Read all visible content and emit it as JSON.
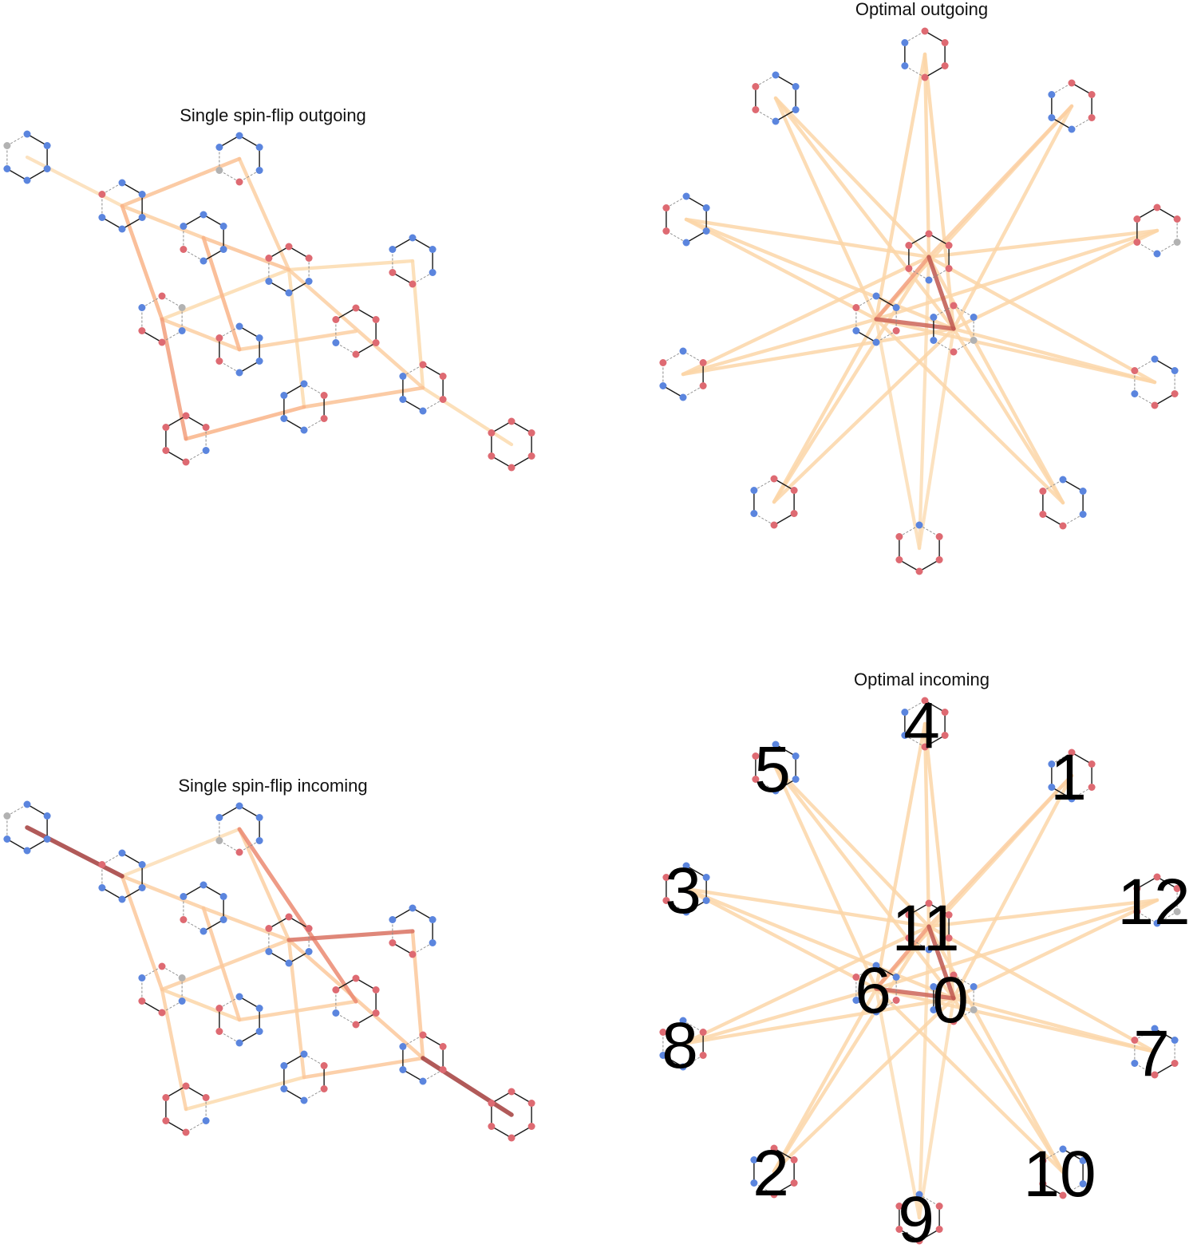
{
  "colors": {
    "spin_up": "#5b85de",
    "spin_down": "#de6a72",
    "spin_mixed": "#b2b2b2",
    "bond_solid": "#1a1a1a",
    "bond_dashed": "#8a8a8a",
    "edge_scale": [
      "#fde8c8",
      "#fcd6a8",
      "#f9b488",
      "#e77f6b",
      "#a33d3c"
    ]
  },
  "panels": [
    {
      "id": "single-outgoing",
      "title": "Single spin-flip outgoing",
      "nodes": [
        {
          "spins": "uuuuum"
        },
        {
          "spins": "uuuuud"
        },
        {
          "spins": "uuudmu"
        },
        {
          "spins": "uuuudu"
        },
        {
          "spins": "dmuddu"
        },
        {
          "spins": "dduuud"
        },
        {
          "spins": "uuuddu"
        },
        {
          "spins": "uuuudd"
        },
        {
          "spins": "dduddd"
        },
        {
          "spins": "udduuu"
        },
        {
          "spins": "ddduuu"
        },
        {
          "spins": "ddddud"
        },
        {
          "spins": "dddddd"
        }
      ],
      "edges": [
        {
          "from": 0,
          "to": 1,
          "w": 0.15
        },
        {
          "from": 1,
          "to": 3,
          "w": 0.3
        },
        {
          "from": 1,
          "to": 2,
          "w": 0.4
        },
        {
          "from": 1,
          "to": 4,
          "w": 0.5
        },
        {
          "from": 2,
          "to": 5,
          "w": 0.3
        },
        {
          "from": 3,
          "to": 5,
          "w": 0.4
        },
        {
          "from": 3,
          "to": 7,
          "w": 0.5
        },
        {
          "from": 5,
          "to": 6,
          "w": 0.2
        },
        {
          "from": 5,
          "to": 4,
          "w": 0.2
        },
        {
          "from": 5,
          "to": 9,
          "w": 0.2
        },
        {
          "from": 5,
          "to": 10,
          "w": 0.3
        },
        {
          "from": 6,
          "to": 10,
          "w": 0.2
        },
        {
          "from": 4,
          "to": 8,
          "w": 0.6
        },
        {
          "from": 8,
          "to": 9,
          "w": 0.5
        },
        {
          "from": 7,
          "to": 11,
          "w": 0.3
        },
        {
          "from": 4,
          "to": 7,
          "w": 0.3
        },
        {
          "from": 9,
          "to": 10,
          "w": 0.4
        },
        {
          "from": 10,
          "to": 12,
          "w": 0.2
        }
      ]
    },
    {
      "id": "optimal-outgoing",
      "title": "Optimal outgoing",
      "nodes": [
        {
          "spins": "dumduu"
        },
        {
          "spins": "ddduuu"
        },
        {
          "spins": "dddduu"
        },
        {
          "spins": "uuuudd"
        },
        {
          "spins": "dddduu"
        },
        {
          "spins": "uuuudd"
        },
        {
          "spins": "uuduud"
        },
        {
          "spins": "uuddud"
        },
        {
          "spins": "udduud"
        },
        {
          "spins": "uddddd"
        },
        {
          "spins": "uuuddd"
        },
        {
          "spins": "dddudd"
        },
        {
          "spins": "ddmudd"
        }
      ],
      "edges": [
        {
          "from": 0,
          "to": 11,
          "w": 0.9
        },
        {
          "from": 0,
          "to": 6,
          "w": 0.85
        },
        {
          "from": 6,
          "to": 11,
          "w": 0.6
        },
        {
          "from": 11,
          "to": 1,
          "w": 0.3
        },
        {
          "from": 11,
          "to": 12,
          "w": 0.25
        },
        {
          "from": 11,
          "to": 3,
          "w": 0.25
        },
        {
          "from": 11,
          "to": 8,
          "w": 0.25
        },
        {
          "from": 11,
          "to": 5,
          "w": 0.25
        },
        {
          "from": 11,
          "to": 2,
          "w": 0.25
        },
        {
          "from": 11,
          "to": 10,
          "w": 0.25
        },
        {
          "from": 11,
          "to": 7,
          "w": 0.25
        },
        {
          "from": 11,
          "to": 4,
          "w": 0.25
        },
        {
          "from": 11,
          "to": 9,
          "w": 0.15
        },
        {
          "from": 6,
          "to": 1,
          "w": 0.25
        },
        {
          "from": 6,
          "to": 12,
          "w": 0.25
        },
        {
          "from": 6,
          "to": 7,
          "w": 0.25
        },
        {
          "from": 6,
          "to": 3,
          "w": 0.25
        },
        {
          "from": 6,
          "to": 5,
          "w": 0.25
        },
        {
          "from": 6,
          "to": 4,
          "w": 0.25
        },
        {
          "from": 6,
          "to": 2,
          "w": 0.25
        },
        {
          "from": 6,
          "to": 10,
          "w": 0.25
        },
        {
          "from": 6,
          "to": 8,
          "w": 0.25
        },
        {
          "from": 6,
          "to": 9,
          "w": 0.15
        },
        {
          "from": 0,
          "to": 1,
          "w": 0.25
        },
        {
          "from": 0,
          "to": 12,
          "w": 0.25
        },
        {
          "from": 0,
          "to": 7,
          "w": 0.25
        },
        {
          "from": 0,
          "to": 10,
          "w": 0.25
        },
        {
          "from": 0,
          "to": 2,
          "w": 0.25
        },
        {
          "from": 0,
          "to": 9,
          "w": 0.15
        },
        {
          "from": 0,
          "to": 8,
          "w": 0.25
        },
        {
          "from": 0,
          "to": 3,
          "w": 0.25
        },
        {
          "from": 0,
          "to": 5,
          "w": 0.25
        },
        {
          "from": 0,
          "to": 4,
          "w": 0.25
        }
      ]
    },
    {
      "id": "single-incoming",
      "title": "Single spin-flip incoming",
      "nodes": [
        {
          "spins": "uuuuum"
        },
        {
          "spins": "uuuuud"
        },
        {
          "spins": "uuudmu"
        },
        {
          "spins": "uuuudu"
        },
        {
          "spins": "dmuddu"
        },
        {
          "spins": "dduuud"
        },
        {
          "spins": "uuuddu"
        },
        {
          "spins": "uuuudd"
        },
        {
          "spins": "dduddd"
        },
        {
          "spins": "udduuu"
        },
        {
          "spins": "ddduuu"
        },
        {
          "spins": "ddddud"
        },
        {
          "spins": "dddddd"
        }
      ],
      "edges": [
        {
          "from": 0,
          "to": 1,
          "w": 1.0
        },
        {
          "from": 1,
          "to": 3,
          "w": 0.3
        },
        {
          "from": 1,
          "to": 2,
          "w": 0.15
        },
        {
          "from": 1,
          "to": 4,
          "w": 0.35
        },
        {
          "from": 2,
          "to": 5,
          "w": 0.3
        },
        {
          "from": 3,
          "to": 5,
          "w": 0.3
        },
        {
          "from": 3,
          "to": 7,
          "w": 0.35
        },
        {
          "from": 5,
          "to": 6,
          "w": 0.8
        },
        {
          "from": 5,
          "to": 4,
          "w": 0.3
        },
        {
          "from": 5,
          "to": 9,
          "w": 0.3
        },
        {
          "from": 5,
          "to": 10,
          "w": 0.35
        },
        {
          "from": 6,
          "to": 10,
          "w": 0.35
        },
        {
          "from": 4,
          "to": 8,
          "w": 0.3
        },
        {
          "from": 8,
          "to": 9,
          "w": 0.2
        },
        {
          "from": 7,
          "to": 11,
          "w": 0.3
        },
        {
          "from": 4,
          "to": 7,
          "w": 0.25
        },
        {
          "from": 9,
          "to": 10,
          "w": 0.35
        },
        {
          "from": 10,
          "to": 12,
          "w": 1.0
        },
        {
          "from": 2,
          "to": 11,
          "w": 0.7
        }
      ]
    },
    {
      "id": "optimal-incoming",
      "title": "Optimal incoming",
      "show_labels": true,
      "labels": [
        "0",
        "1",
        "2",
        "3",
        "4",
        "5",
        "6",
        "7",
        "8",
        "9",
        "10",
        "11",
        "12"
      ],
      "nodes": [
        {
          "spins": "dumduu"
        },
        {
          "spins": "ddduuu"
        },
        {
          "spins": "dddduu"
        },
        {
          "spins": "uuuudd"
        },
        {
          "spins": "dddduu"
        },
        {
          "spins": "uuuudd"
        },
        {
          "spins": "uuduud"
        },
        {
          "spins": "uuddud"
        },
        {
          "spins": "udduud"
        },
        {
          "spins": "uddddd"
        },
        {
          "spins": "uuuddd"
        },
        {
          "spins": "dddudd"
        },
        {
          "spins": "ddmudd"
        }
      ],
      "edges": [
        {
          "from": 0,
          "to": 11,
          "w": 0.9
        },
        {
          "from": 0,
          "to": 6,
          "w": 0.85
        },
        {
          "from": 6,
          "to": 11,
          "w": 0.6
        },
        {
          "from": 11,
          "to": 1,
          "w": 0.3
        },
        {
          "from": 11,
          "to": 12,
          "w": 0.25
        },
        {
          "from": 11,
          "to": 3,
          "w": 0.25
        },
        {
          "from": 11,
          "to": 8,
          "w": 0.25
        },
        {
          "from": 11,
          "to": 5,
          "w": 0.25
        },
        {
          "from": 11,
          "to": 2,
          "w": 0.25
        },
        {
          "from": 11,
          "to": 10,
          "w": 0.25
        },
        {
          "from": 11,
          "to": 7,
          "w": 0.25
        },
        {
          "from": 11,
          "to": 4,
          "w": 0.25
        },
        {
          "from": 11,
          "to": 9,
          "w": 0.15
        },
        {
          "from": 6,
          "to": 1,
          "w": 0.25
        },
        {
          "from": 6,
          "to": 12,
          "w": 0.25
        },
        {
          "from": 6,
          "to": 7,
          "w": 0.25
        },
        {
          "from": 6,
          "to": 3,
          "w": 0.25
        },
        {
          "from": 6,
          "to": 5,
          "w": 0.25
        },
        {
          "from": 6,
          "to": 4,
          "w": 0.25
        },
        {
          "from": 6,
          "to": 2,
          "w": 0.25
        },
        {
          "from": 6,
          "to": 10,
          "w": 0.25
        },
        {
          "from": 6,
          "to": 8,
          "w": 0.25
        },
        {
          "from": 6,
          "to": 9,
          "w": 0.15
        },
        {
          "from": 0,
          "to": 1,
          "w": 0.25
        },
        {
          "from": 0,
          "to": 12,
          "w": 0.25
        },
        {
          "from": 0,
          "to": 7,
          "w": 0.25
        },
        {
          "from": 0,
          "to": 10,
          "w": 0.25
        },
        {
          "from": 0,
          "to": 2,
          "w": 0.25
        },
        {
          "from": 0,
          "to": 9,
          "w": 0.15
        },
        {
          "from": 0,
          "to": 8,
          "w": 0.25
        },
        {
          "from": 0,
          "to": 3,
          "w": 0.25
        },
        {
          "from": 0,
          "to": 5,
          "w": 0.25
        },
        {
          "from": 0,
          "to": 4,
          "w": 0.25
        }
      ]
    }
  ]
}
